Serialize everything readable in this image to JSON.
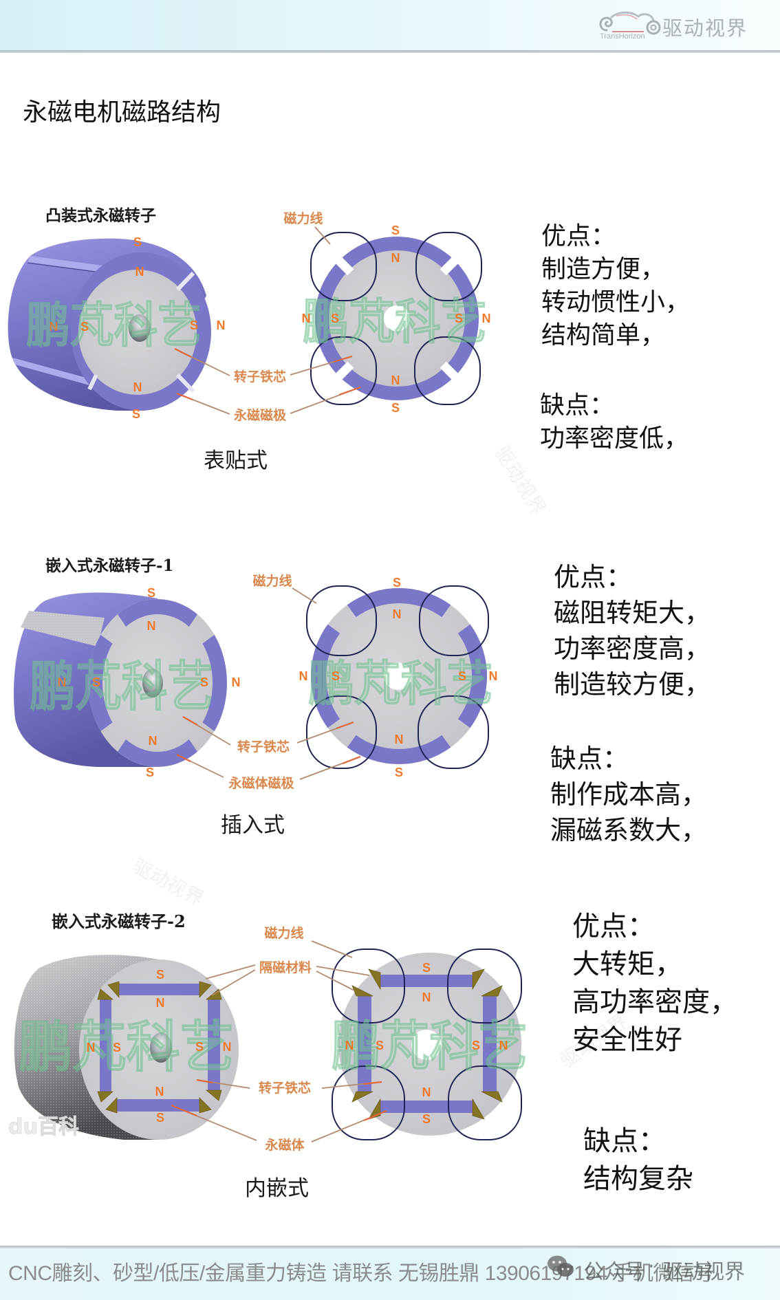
{
  "header": {
    "logo_icon": "cloud-swirl-logo",
    "logo_text": "驱动视界",
    "logo_subtext": "TransHorizon"
  },
  "page_title": "永磁电机磁路结构",
  "poles": {
    "north": "N",
    "south": "S"
  },
  "sections": [
    {
      "diagram_title": "凸装式永磁转子",
      "type_caption": "表贴式",
      "annotations": {
        "flux_lines": "磁力线",
        "rotor_core": "转子铁芯",
        "magnet": "永磁磁极"
      },
      "pros": {
        "title": "优点：",
        "items": [
          "制造方便，",
          "转动惯性小，",
          "结构简单，"
        ]
      },
      "cons": {
        "title": "缺点：",
        "items": [
          "功率密度低，"
        ]
      }
    },
    {
      "diagram_title": "嵌入式永磁转子-1",
      "type_caption": "插入式",
      "annotations": {
        "flux_lines": "磁力线",
        "rotor_core": "转子铁芯",
        "magnet": "永磁体磁极"
      },
      "pros": {
        "title": "优点：",
        "items": [
          "磁阻转矩大，",
          "功率密度高，",
          "制造较方便，"
        ]
      },
      "cons": {
        "title": "缺点：",
        "items": [
          "制作成本高，",
          "漏磁系数大，"
        ]
      }
    },
    {
      "diagram_title": "嵌入式永磁转子-2",
      "type_caption": "内嵌式",
      "annotations": {
        "flux_lines": "磁力线",
        "flux_barrier": "隔磁材料",
        "rotor_core": "转子铁芯",
        "magnet": "永磁体"
      },
      "pros": {
        "title": "优点：",
        "items": [
          "大转矩，",
          "高功率密度，",
          "安全性好"
        ]
      },
      "cons": {
        "title": "缺点：",
        "items": [
          "结构复杂"
        ]
      }
    }
  ],
  "watermarks": {
    "diagram": "鹏芃科艺",
    "faint": "驱动视界",
    "baidu": "du百科"
  },
  "footer": {
    "contact_text": "CNC雕刻、砂型/低压/金属重力铸造 请联系 无锡胜鼎 13906197194 手机微信号",
    "wechat_icon": "wechat-icon",
    "wechat_label": "公众号",
    "separator": "·",
    "account_name": "驱动视界"
  },
  "colors": {
    "magnet_purple": "#7a77c9",
    "rotor_gray": "#cdcdd2",
    "pole_orange": "#f07a2a",
    "annotation_orange": "#d9884c",
    "flux_line_navy": "#1e2452",
    "barrier_olive": "#857424",
    "header_bg": "#d6f0f7",
    "footer_text": "#8b8b8b"
  }
}
